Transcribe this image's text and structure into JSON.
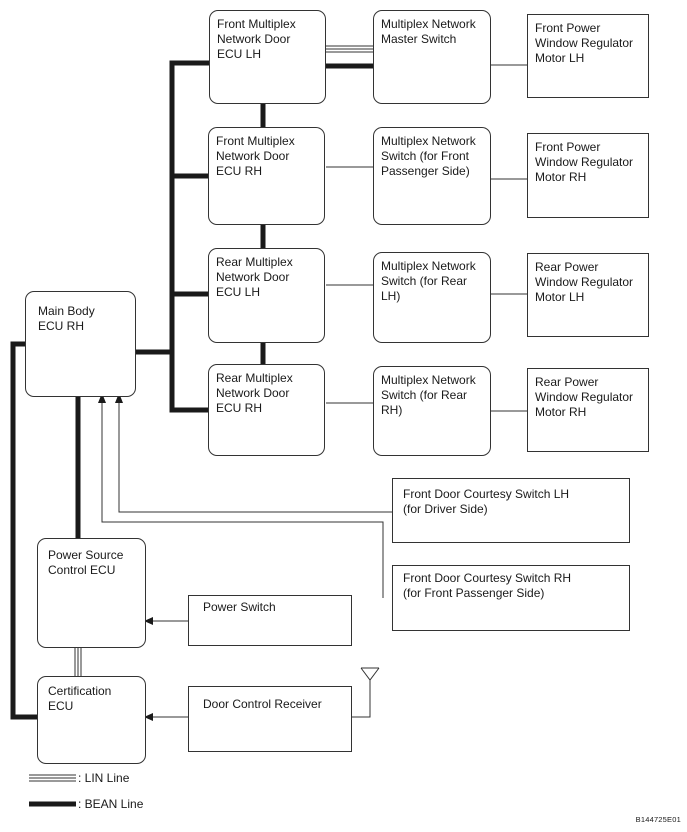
{
  "components": {
    "main_body_ecu": "Main Body\nECU RH",
    "door_ecu_front_lh": "Front Multiplex\nNetwork Door\nECU LH",
    "door_ecu_front_rh": "Front Multiplex\nNetwork Door\nECU RH",
    "door_ecu_rear_lh": "Rear Multiplex\nNetwork Door\nECU LH",
    "door_ecu_rear_rh": "Rear Multiplex\nNetwork Door\nECU RH",
    "master_switch": "Multiplex Network\nMaster Switch",
    "switch_front_passenger": "Multiplex Network\nSwitch (for Front\nPassenger Side)",
    "switch_rear_lh": "Multiplex Network\nSwitch (for Rear\nLH)",
    "switch_rear_rh": "Multiplex Network\nSwitch (for Rear\nRH)",
    "motor_front_lh": "Front Power\nWindow Regulator\nMotor LH",
    "motor_front_rh": "Front Power\nWindow Regulator\nMotor RH",
    "motor_rear_lh": "Rear Power\nWindow Regulator\nMotor LH",
    "motor_rear_rh": "Rear Power\nWindow Regulator\nMotor RH",
    "courtesy_switch_lh": "Front Door Courtesy Switch LH\n(for Driver Side)",
    "courtesy_switch_rh": "Front Door Courtesy Switch RH\n(for Front Passenger Side)",
    "power_source_ecu": "Power Source\nControl ECU",
    "power_switch": "Power Switch",
    "certification_ecu": "Certification\nECU",
    "door_control_receiver": "Door Control Receiver"
  },
  "legend": {
    "lin_line": ": LIN Line",
    "bean_line": ": BEAN Line"
  },
  "figure_code": "B144725E01"
}
